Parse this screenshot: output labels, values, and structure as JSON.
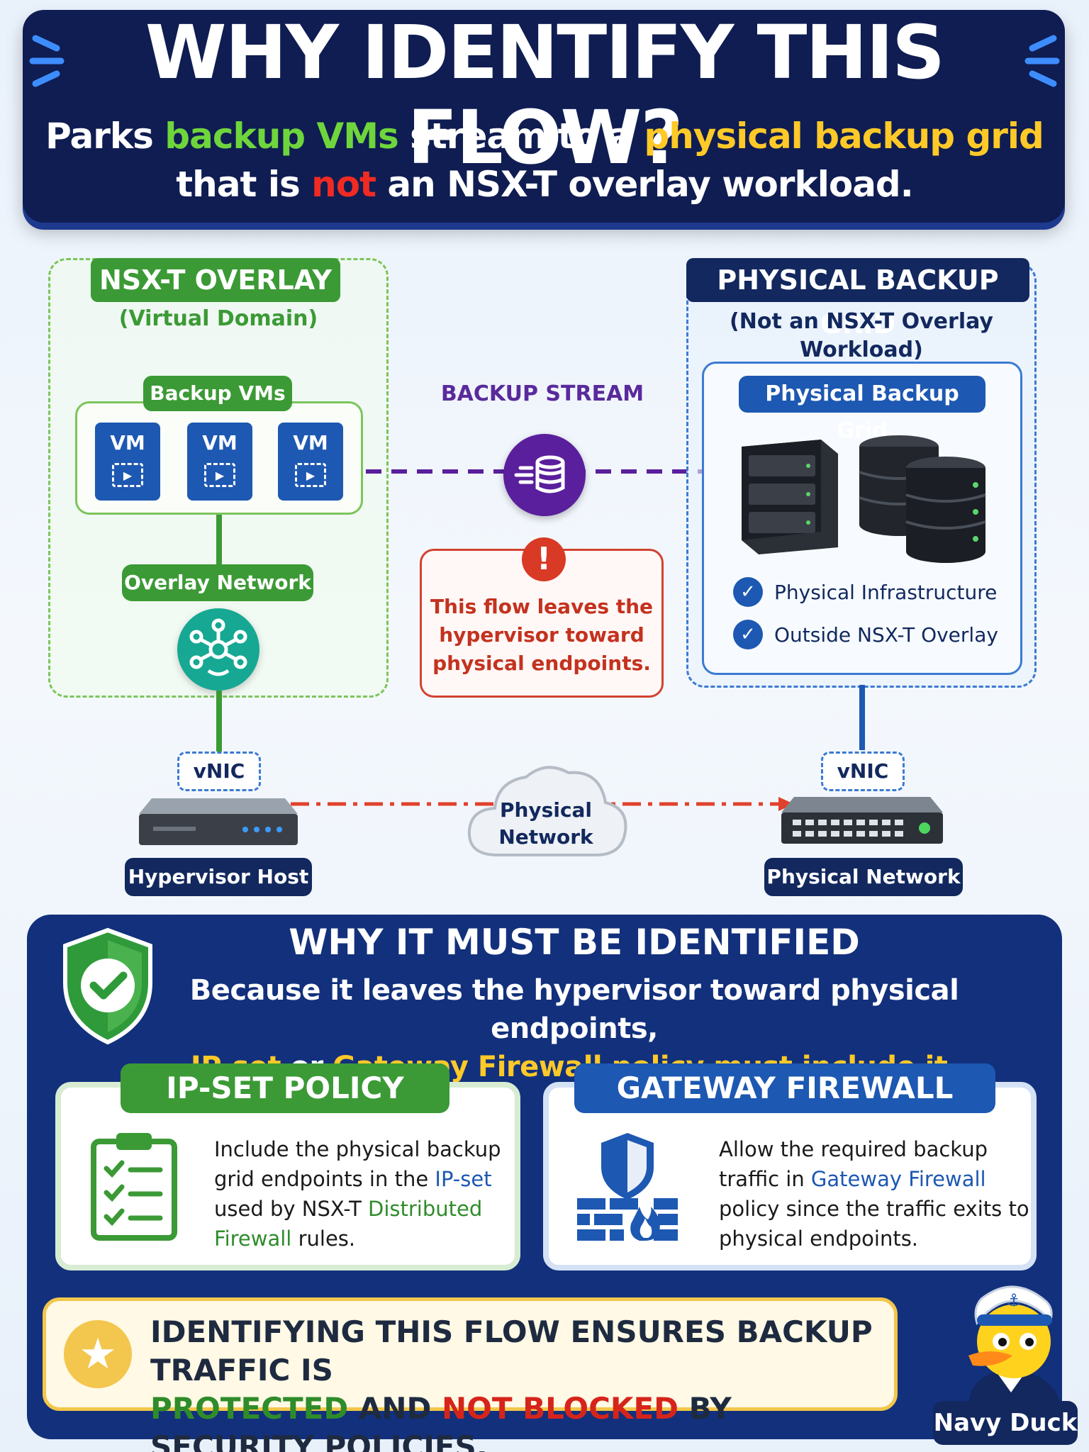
{
  "header": {
    "title": "WHY IDENTIFY THIS FLOW?",
    "sub_1": "Parks ",
    "sub_2": "backup VMs",
    "sub_3": " stream to a ",
    "sub_4": "physical backup grid",
    "sub_5": "that is ",
    "sub_6": "not",
    "sub_7": " an NSX-T overlay workload."
  },
  "overlay": {
    "title": "NSX-T OVERLAY",
    "subtitle": "(Virtual Domain)",
    "vms_label": "Backup VMs",
    "vm_label": "VM",
    "network_label": "Overlay Network"
  },
  "stream": {
    "label": "BACKUP STREAM"
  },
  "warning": {
    "text": "This flow leaves the hypervisor toward physical endpoints."
  },
  "grid": {
    "title": "PHYSICAL BACKUP GRID",
    "subtitle": "(Not an NSX-T Overlay Workload)",
    "inner_label": "Physical Backup Grid",
    "check_1": "Physical Infrastructure",
    "check_2": "Outside NSX-T Overlay"
  },
  "network": {
    "vnic_left": "vNIC",
    "vnic_right": "vNIC",
    "cloud_label": "Physical Network",
    "hypervisor_label": "Hypervisor Host",
    "physical_label": "Physical Network"
  },
  "why": {
    "title": "WHY IT MUST BE IDENTIFIED",
    "body_1": "Because it leaves the hypervisor toward physical endpoints,",
    "body_2": "IP-set",
    "body_3": " or ",
    "body_4": "Gateway Firewall",
    "body_5": " policy must include it."
  },
  "ipset": {
    "title": "IP-SET POLICY",
    "t1": "Include the physical backup grid endpoints in the ",
    "t2": "IP-set",
    "t3": " used by NSX-T ",
    "t4": "Distributed Firewall",
    "t5": " rules."
  },
  "gateway": {
    "title": "GATEWAY FIREWALL POLICY",
    "t1": "Allow the required backup traffic in ",
    "t2": "Gateway Firewall",
    "t3": " policy since the traffic exits to physical endpoints."
  },
  "banner": {
    "t1": "IDENTIFYING THIS FLOW ENSURES BACKUP TRAFFIC IS",
    "t2": "PROTECTED",
    "t3": " AND ",
    "t4": "NOT BLOCKED",
    "t5": " BY SECURITY POLICIES."
  },
  "mascot": {
    "label": "Navy Duck"
  },
  "colors": {
    "navy": "#12285e",
    "green": "#3b9a35",
    "blue": "#1d58b2",
    "purple": "#5a1f9c",
    "red": "#d83a26",
    "yellow": "#ffc928"
  }
}
